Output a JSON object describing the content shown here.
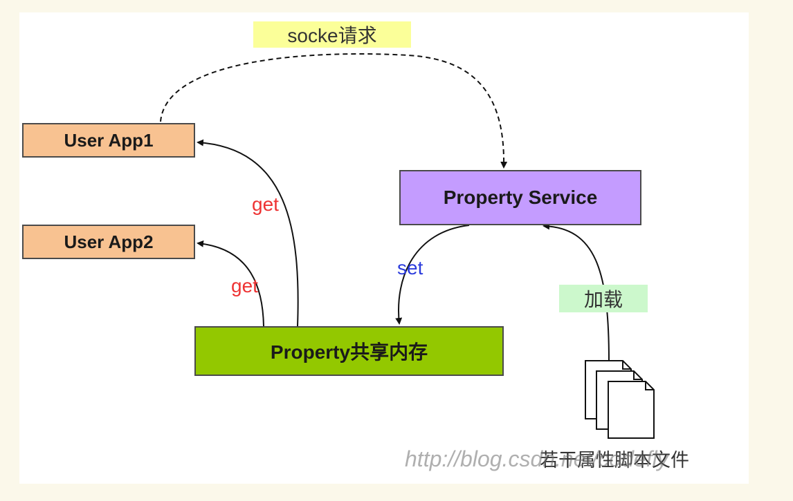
{
  "nodes": {
    "user_app1": "User App1",
    "user_app2": "User App2",
    "property_service": "Property Service",
    "shared_memory": "Property共享内存"
  },
  "labels": {
    "socket_request": "socke请求",
    "get_1": "get",
    "get_2": "get",
    "set": "set",
    "load": "加载",
    "property_files": "若干属性脚本文件"
  },
  "watermark": "http://blog.csdn.net/codefly",
  "colors": {
    "app_fill": "#f8c291",
    "service_fill": "#c49cff",
    "shared_fill": "#93c800",
    "socket_tag_fill": "#fbff99",
    "load_tag_fill": "#ccf8cc",
    "get_text": "#ee3333",
    "set_text": "#2b3bdc"
  }
}
